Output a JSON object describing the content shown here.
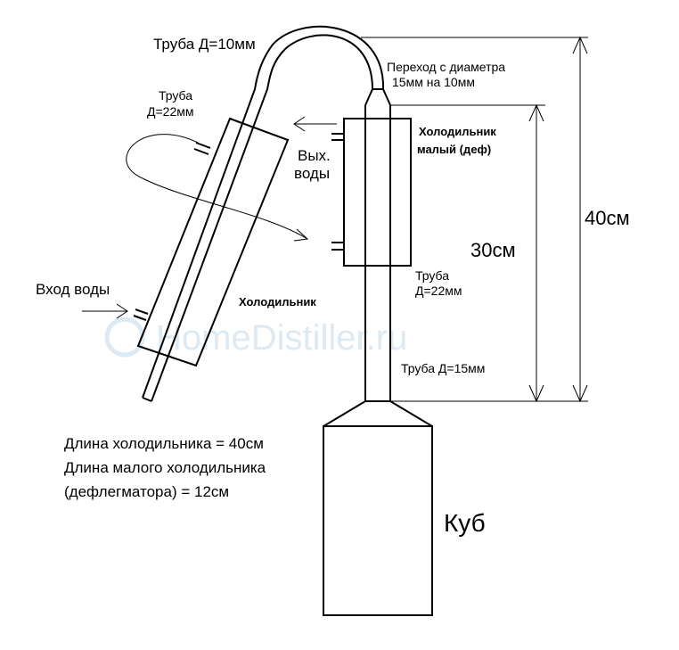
{
  "labels": {
    "tube_10": "Труба Д=10мм",
    "transition_line1": "Переход с диаметра",
    "transition_line2": "15мм на 10мм",
    "tube_22_left_line1": "Труба",
    "tube_22_left_line2": "Д=22мм",
    "small_cooler_line1": "Холодильник",
    "small_cooler_line2": "малый (деф)",
    "water_out_line1": "Вых.",
    "water_out_line2": "воды",
    "dim_40": "40см",
    "dim_30": "30см",
    "tube_22_right_line1": "Труба",
    "tube_22_right_line2": "Д=22мм",
    "water_in": "Вход воды",
    "cooler": "Холодильник",
    "tube_15": "Труба Д=15мм",
    "note_line1": "Длина холодильника = 40см",
    "note_line2": "Длина малого холодильника",
    "note_line3": "(дефлегматора) = 12см",
    "kub": "Куб"
  },
  "watermark": "HomeDistiller.ru",
  "colors": {
    "stroke": "#000000",
    "watermark": "#dde9f3",
    "background": "#ffffff"
  }
}
